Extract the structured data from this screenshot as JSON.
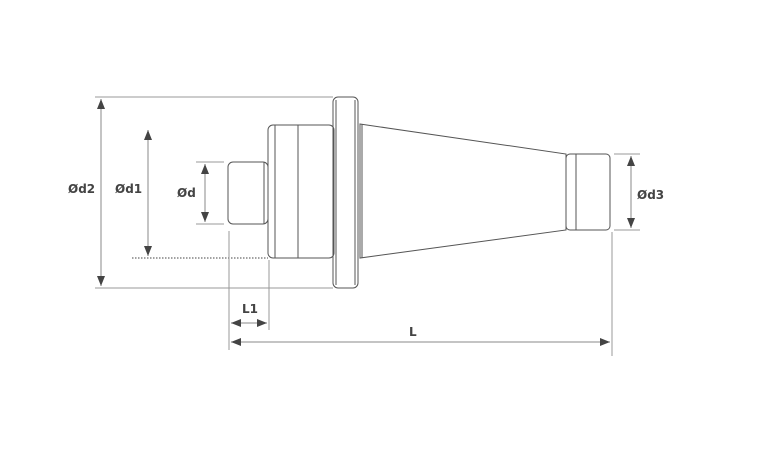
{
  "drawing": {
    "labels": {
      "d2": "Ød2",
      "d1": "Ød1",
      "d": "Ød",
      "d3": "Ød3",
      "L1": "L1",
      "L": "L"
    },
    "colors": {
      "outline": "#555555",
      "dimension": "#888888",
      "text": "#444444",
      "arrow": "#444444"
    }
  }
}
